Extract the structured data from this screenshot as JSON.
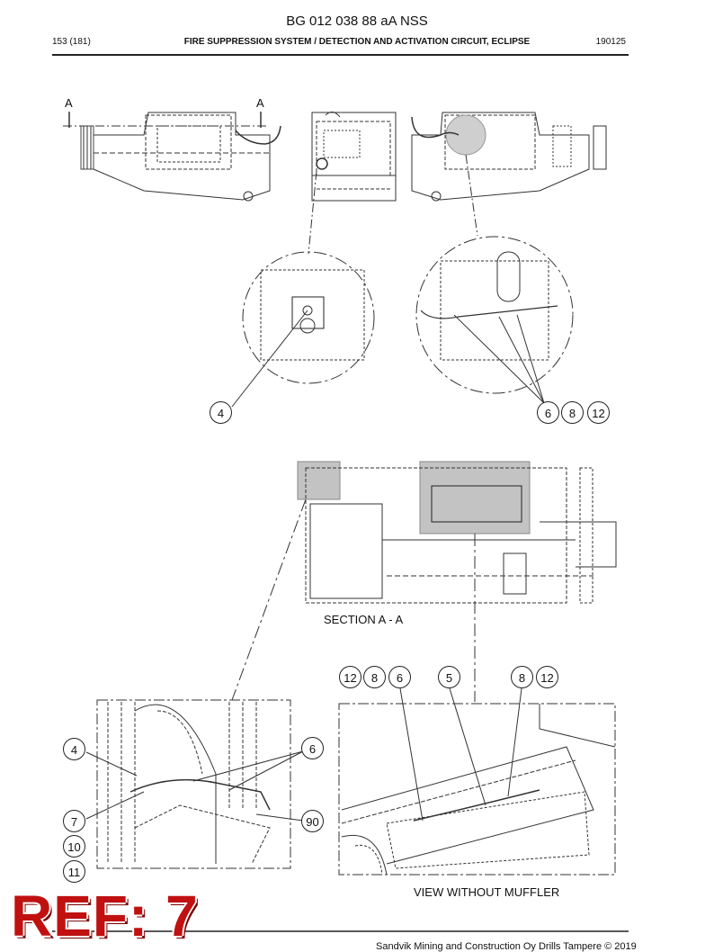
{
  "header": {
    "doc_id": "BG 012 038 88 aA NSS",
    "page": "153 (181)",
    "title": "FIRE SUPPRESSION SYSTEM / DETECTION AND ACTIVATION CIRCUIT, ECLIPSE",
    "code": "190125"
  },
  "section_marks": [
    "A",
    "A"
  ],
  "labels": {
    "section": "SECTION A - A",
    "view": "VIEW WITHOUT MUFFLER"
  },
  "callouts": {
    "top_left": [
      "4"
    ],
    "top_right": [
      "6",
      "8",
      "12"
    ],
    "bottom_right_a": [
      "12",
      "8",
      "6"
    ],
    "bottom_right_b": [
      "5"
    ],
    "bottom_right_c": [
      "8",
      "12"
    ],
    "bottom_left_left": [
      "4",
      "7",
      "10",
      "11"
    ],
    "bottom_left_right": [
      "6",
      "90"
    ]
  },
  "watermark": "REF: 7",
  "footer": "Sandvik Mining and Construction Oy Drills Tampere © 2019"
}
